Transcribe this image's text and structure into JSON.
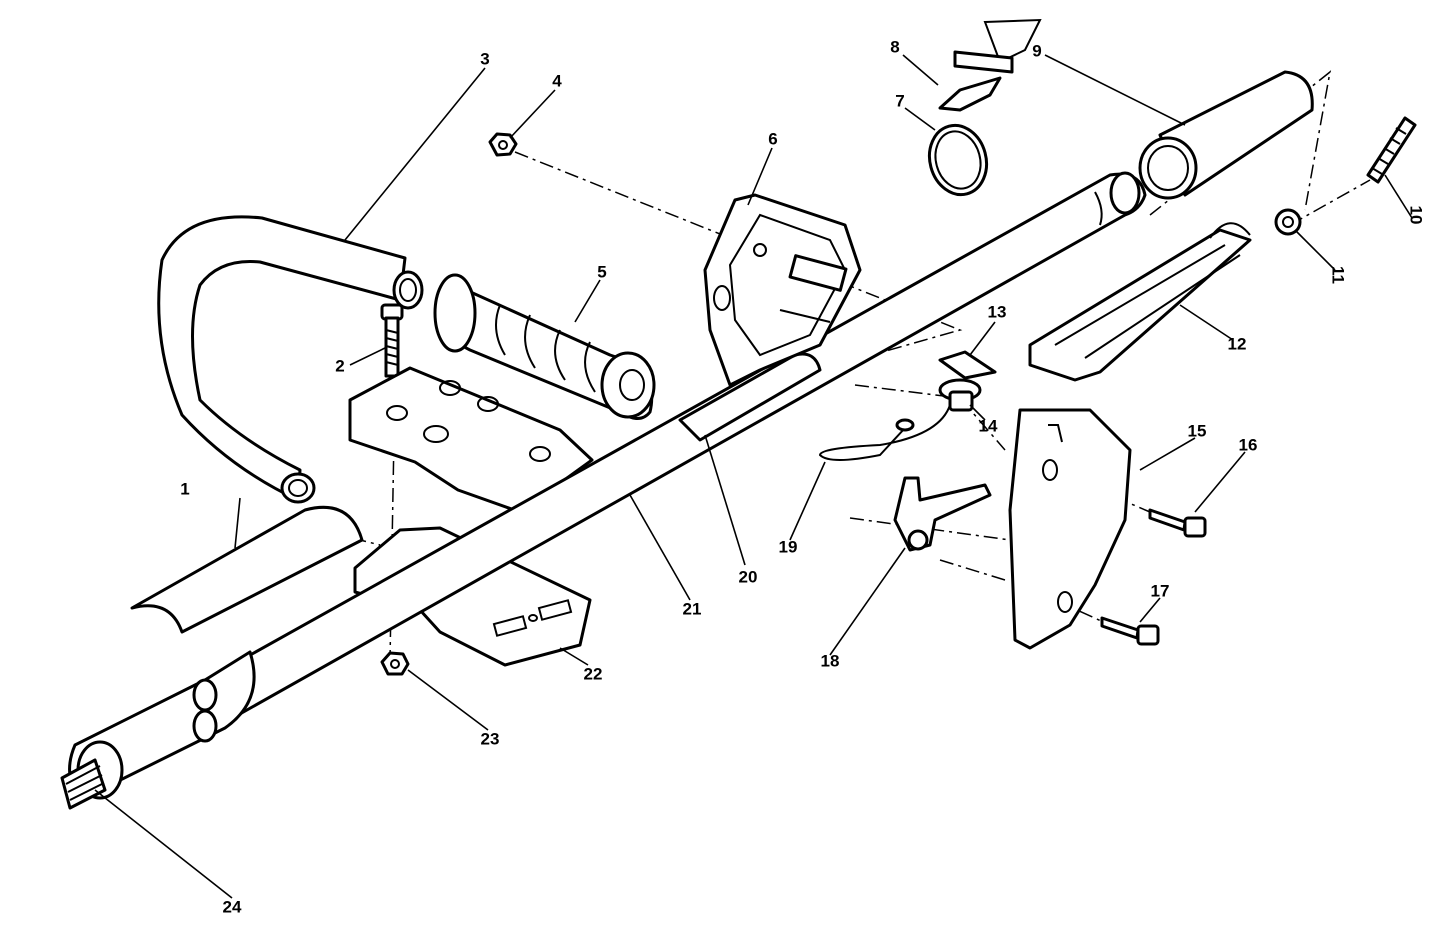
{
  "diagram": {
    "callouts": [
      "1",
      "2",
      "3",
      "4",
      "5",
      "6",
      "7",
      "8",
      "9",
      "10",
      "11",
      "12",
      "13",
      "14",
      "15",
      "16",
      "17",
      "18",
      "19",
      "20",
      "21",
      "22",
      "23",
      "24"
    ],
    "colors": {
      "line": "#000000",
      "background": "#ffffff"
    }
  }
}
